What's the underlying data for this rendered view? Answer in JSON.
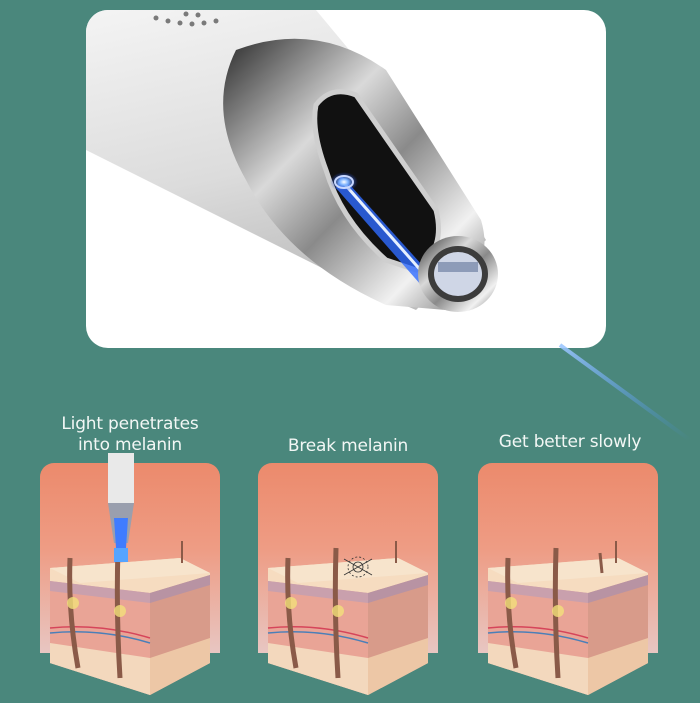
{
  "colors": {
    "background": "#4a877c",
    "hero_panel": "#ffffff",
    "card_top": "#ec8a6c",
    "card_bottom": "#e8c6c2",
    "laser_blue": "#3f8cff",
    "label_text": "#f2f7f5"
  },
  "hero": {
    "subject": "laser pen device tip with blue light beam"
  },
  "steps": [
    {
      "label_line1": "Light penetrates",
      "label_line2": "into melanin",
      "illustration": "pen-over-skin-icon"
    },
    {
      "label_line1": "Break melanin",
      "label_line2": "",
      "illustration": "shattered-melanin-icon"
    },
    {
      "label_line1": "Get better slowly",
      "label_line2": "",
      "illustration": "clear-skin-icon"
    }
  ]
}
